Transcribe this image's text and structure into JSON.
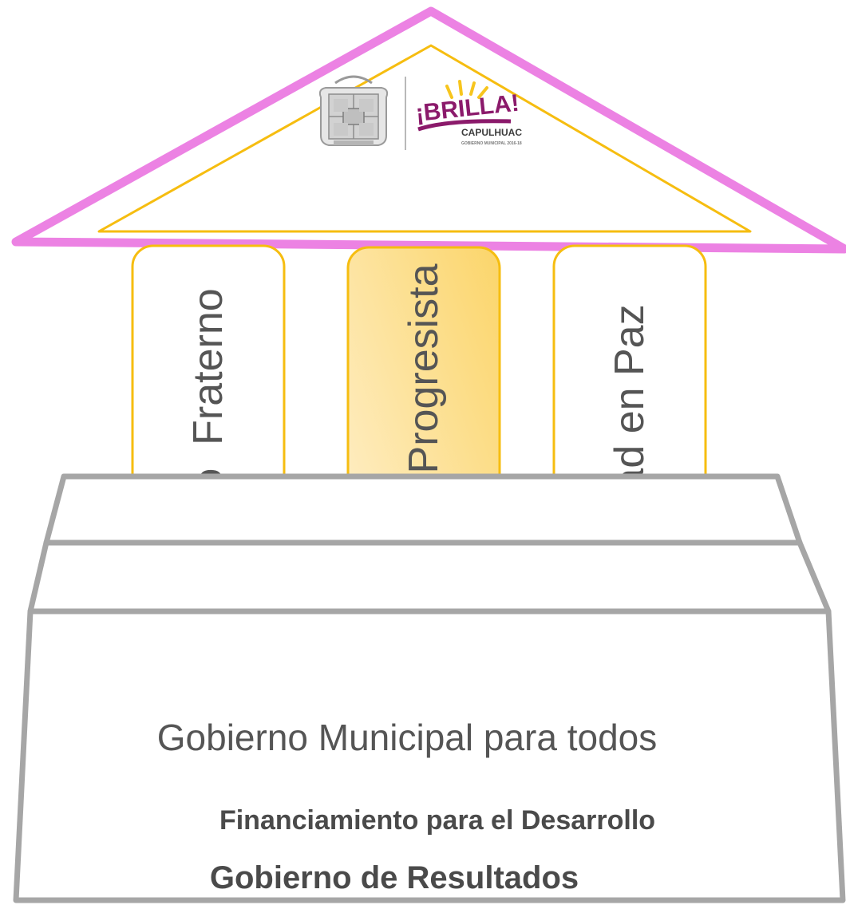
{
  "logos": {
    "left_emblem": "shield-emblem",
    "brand_headline": "¡BRILLA!",
    "brand_name": "CAPULHUAC",
    "brand_tagline": "GOBIERNO MUNICIPAL 2016-18"
  },
  "pillars": [
    {
      "label": "Gobierno  Fraterno"
    },
    {
      "label": "Municipio Progresista"
    },
    {
      "label": "Sociedad en Paz"
    }
  ],
  "base": [
    {
      "label": "Gobierno Municipal para todos"
    },
    {
      "label": "Financiamiento para el Desarrollo"
    },
    {
      "label": "Gobierno de Resultados"
    }
  ],
  "colors": {
    "roof_outer": "#ec82e3",
    "roof_inner": "#f6bd10",
    "pillar_border": "#f6bd10",
    "highlight_fill": "#fbdf8f",
    "step_border": "#a6a6a6",
    "brand_magenta": "#8b1a6b",
    "brand_yellow": "#f7c51e"
  }
}
